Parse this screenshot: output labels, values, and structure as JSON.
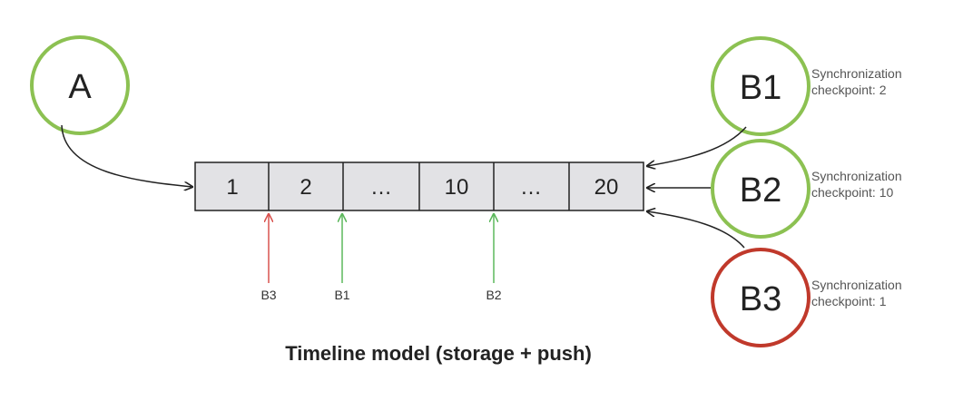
{
  "nodes": {
    "a": {
      "label": "A",
      "color": "#8cc152"
    },
    "b1": {
      "label": "B1",
      "color": "#8cc152"
    },
    "b2": {
      "label": "B2",
      "color": "#8cc152"
    },
    "b3": {
      "label": "B3",
      "color": "#c0392b"
    }
  },
  "timeline": {
    "cells": [
      "1",
      "2",
      "…",
      "10",
      "…",
      "20"
    ],
    "fill": "#e2e2e5"
  },
  "pointers": {
    "b3": {
      "label": "B3",
      "color": "#d9534f"
    },
    "b1": {
      "label": "B1",
      "color": "#5cb85c"
    },
    "b2": {
      "label": "B2",
      "color": "#5cb85c"
    }
  },
  "notes": {
    "b1": {
      "line1": "Synchronization",
      "line2": "checkpoint: 2"
    },
    "b2": {
      "line1": "Synchronization",
      "line2": "checkpoint: 10"
    },
    "b3": {
      "line1": "Synchronization",
      "line2": "checkpoint: 1"
    }
  },
  "caption": "Timeline model (storage + push)"
}
